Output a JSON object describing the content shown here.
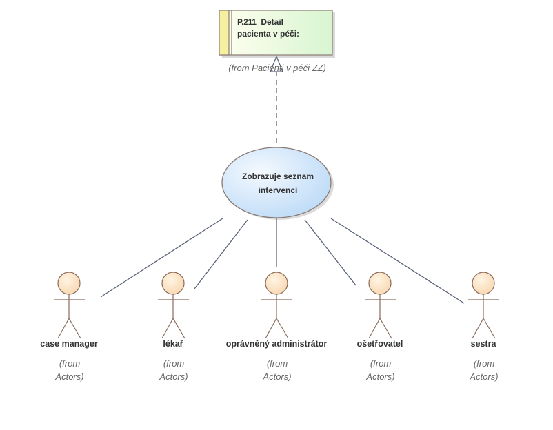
{
  "package": {
    "code": "P.211",
    "title_line1": "Detail",
    "title_line2": "pacienta v péči:",
    "from": "(from Pacienti v péči ZZ)"
  },
  "usecase": {
    "line1": "Zobrazuje seznam",
    "line2": "intervencí"
  },
  "actors": [
    {
      "name": "case manager",
      "from1": "(from",
      "from2": "Actors)"
    },
    {
      "name": "lékař",
      "from1": "(from",
      "from2": "Actors)"
    },
    {
      "name": "oprávněný administrátor",
      "from1": "(from",
      "from2": "Actors)"
    },
    {
      "name": "ošetřovatel",
      "from1": "(from",
      "from2": "Actors)"
    },
    {
      "name": "sestra",
      "from1": "(from",
      "from2": "Actors)"
    }
  ],
  "colors": {
    "package_fill_start": "#fffff0",
    "package_fill_end": "#d8f5d0",
    "package_stripe": "#f5f0a0",
    "usecase_fill_start": "#eef6ff",
    "usecase_fill_end": "#bcdcf8",
    "actor_head": "#fde3c4",
    "line": "#5a6378"
  }
}
